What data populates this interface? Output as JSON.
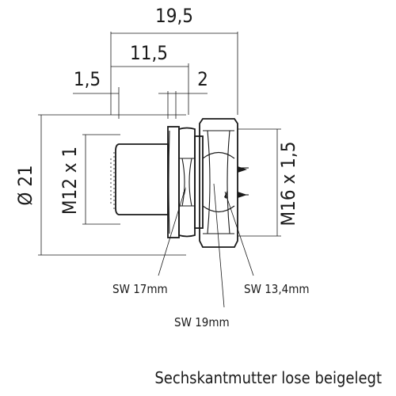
{
  "dimensions": {
    "overall_length": "19,5",
    "body_length": "11,5",
    "flange_offset": "1,5",
    "nut_gap": "2",
    "outer_diameter": "Ø 21",
    "front_thread": "M12 x 1",
    "rear_thread": "M16 x 1,5"
  },
  "wrench_sizes": {
    "sw17": "SW 17mm",
    "sw19": "SW 19mm",
    "sw134": "SW 13,4mm"
  },
  "caption": "Sechskantmutter lose beigelegt"
}
